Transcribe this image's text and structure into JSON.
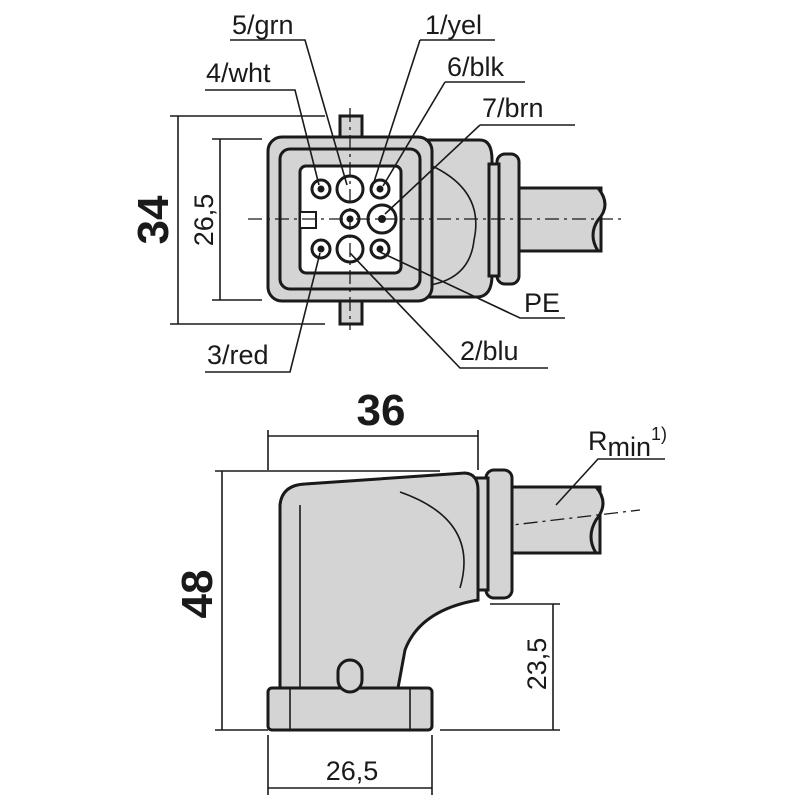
{
  "pin_labels": {
    "pin5": "5/grn",
    "pin1": "1/yel",
    "pin4": "4/wht",
    "pin6": "6/blk",
    "pin7": "7/brn",
    "pe": "PE",
    "pin3": "3/red",
    "pin2": "2/blu"
  },
  "dimensions": {
    "front_height_outer": "34",
    "front_height_inner": "26,5",
    "side_width": "36",
    "side_height": "48",
    "base_width": "26,5",
    "cable_height": "23,5"
  },
  "bend_radius": {
    "label": "R",
    "subscript": "min",
    "superscript": "1)"
  },
  "colors": {
    "line": "#1a1a1a",
    "body_fill": "#d4d4d4",
    "background": "#ffffff"
  }
}
